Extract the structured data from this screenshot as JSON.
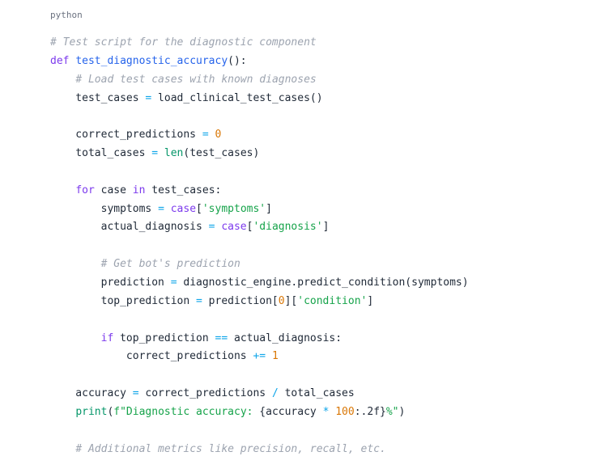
{
  "code_block": {
    "language": "python",
    "lines": [
      [
        {
          "t": "comment",
          "v": "# Test script for the diagnostic component"
        }
      ],
      [
        {
          "t": "keyword",
          "v": "def "
        },
        {
          "t": "func",
          "v": "test_diagnostic_accuracy"
        },
        {
          "t": "plain",
          "v": "():"
        }
      ],
      [
        {
          "t": "plain",
          "v": "    "
        },
        {
          "t": "comment",
          "v": "# Load test cases with known diagnoses"
        }
      ],
      [
        {
          "t": "plain",
          "v": "    test_cases "
        },
        {
          "t": "operator",
          "v": "="
        },
        {
          "t": "plain",
          "v": " load_clinical_test_cases()"
        }
      ],
      [],
      [
        {
          "t": "plain",
          "v": "    correct_predictions "
        },
        {
          "t": "operator",
          "v": "="
        },
        {
          "t": "plain",
          "v": " "
        },
        {
          "t": "number",
          "v": "0"
        }
      ],
      [
        {
          "t": "plain",
          "v": "    total_cases "
        },
        {
          "t": "operator",
          "v": "="
        },
        {
          "t": "plain",
          "v": " "
        },
        {
          "t": "builtin",
          "v": "len"
        },
        {
          "t": "plain",
          "v": "(test_cases)"
        }
      ],
      [],
      [
        {
          "t": "plain",
          "v": "    "
        },
        {
          "t": "keyword",
          "v": "for"
        },
        {
          "t": "plain",
          "v": " case "
        },
        {
          "t": "keyword",
          "v": "in"
        },
        {
          "t": "plain",
          "v": " test_cases:"
        }
      ],
      [
        {
          "t": "plain",
          "v": "        symptoms "
        },
        {
          "t": "operator",
          "v": "="
        },
        {
          "t": "plain",
          "v": " "
        },
        {
          "t": "keyword",
          "v": "case"
        },
        {
          "t": "plain",
          "v": "["
        },
        {
          "t": "string",
          "v": "'symptoms'"
        },
        {
          "t": "plain",
          "v": "]"
        }
      ],
      [
        {
          "t": "plain",
          "v": "        actual_diagnosis "
        },
        {
          "t": "operator",
          "v": "="
        },
        {
          "t": "plain",
          "v": " "
        },
        {
          "t": "keyword",
          "v": "case"
        },
        {
          "t": "plain",
          "v": "["
        },
        {
          "t": "string",
          "v": "'diagnosis'"
        },
        {
          "t": "plain",
          "v": "]"
        }
      ],
      [],
      [
        {
          "t": "plain",
          "v": "        "
        },
        {
          "t": "comment",
          "v": "# Get bot's prediction"
        }
      ],
      [
        {
          "t": "plain",
          "v": "        prediction "
        },
        {
          "t": "operator",
          "v": "="
        },
        {
          "t": "plain",
          "v": " diagnostic_engine.predict_condition(symptoms)"
        }
      ],
      [
        {
          "t": "plain",
          "v": "        top_prediction "
        },
        {
          "t": "operator",
          "v": "="
        },
        {
          "t": "plain",
          "v": " prediction["
        },
        {
          "t": "number",
          "v": "0"
        },
        {
          "t": "plain",
          "v": "]["
        },
        {
          "t": "string",
          "v": "'condition'"
        },
        {
          "t": "plain",
          "v": "]"
        }
      ],
      [],
      [
        {
          "t": "plain",
          "v": "        "
        },
        {
          "t": "keyword",
          "v": "if"
        },
        {
          "t": "plain",
          "v": " top_prediction "
        },
        {
          "t": "operator",
          "v": "=="
        },
        {
          "t": "plain",
          "v": " actual_diagnosis:"
        }
      ],
      [
        {
          "t": "plain",
          "v": "            correct_predictions "
        },
        {
          "t": "operator",
          "v": "+="
        },
        {
          "t": "plain",
          "v": " "
        },
        {
          "t": "number",
          "v": "1"
        }
      ],
      [],
      [
        {
          "t": "plain",
          "v": "    accuracy "
        },
        {
          "t": "operator",
          "v": "="
        },
        {
          "t": "plain",
          "v": " correct_predictions "
        },
        {
          "t": "operator",
          "v": "/"
        },
        {
          "t": "plain",
          "v": " total_cases"
        }
      ],
      [
        {
          "t": "plain",
          "v": "    "
        },
        {
          "t": "builtin",
          "v": "print"
        },
        {
          "t": "plain",
          "v": "("
        },
        {
          "t": "string",
          "v": "f\"Diagnostic accuracy: "
        },
        {
          "t": "plain",
          "v": "{accuracy "
        },
        {
          "t": "operator",
          "v": "*"
        },
        {
          "t": "plain",
          "v": " "
        },
        {
          "t": "number",
          "v": "100"
        },
        {
          "t": "plain",
          "v": ":.2f}"
        },
        {
          "t": "string",
          "v": "%\""
        },
        {
          "t": "plain",
          "v": ")"
        }
      ],
      [],
      [
        {
          "t": "plain",
          "v": "    "
        },
        {
          "t": "comment",
          "v": "# Additional metrics like precision, recall, etc."
        }
      ]
    ]
  }
}
